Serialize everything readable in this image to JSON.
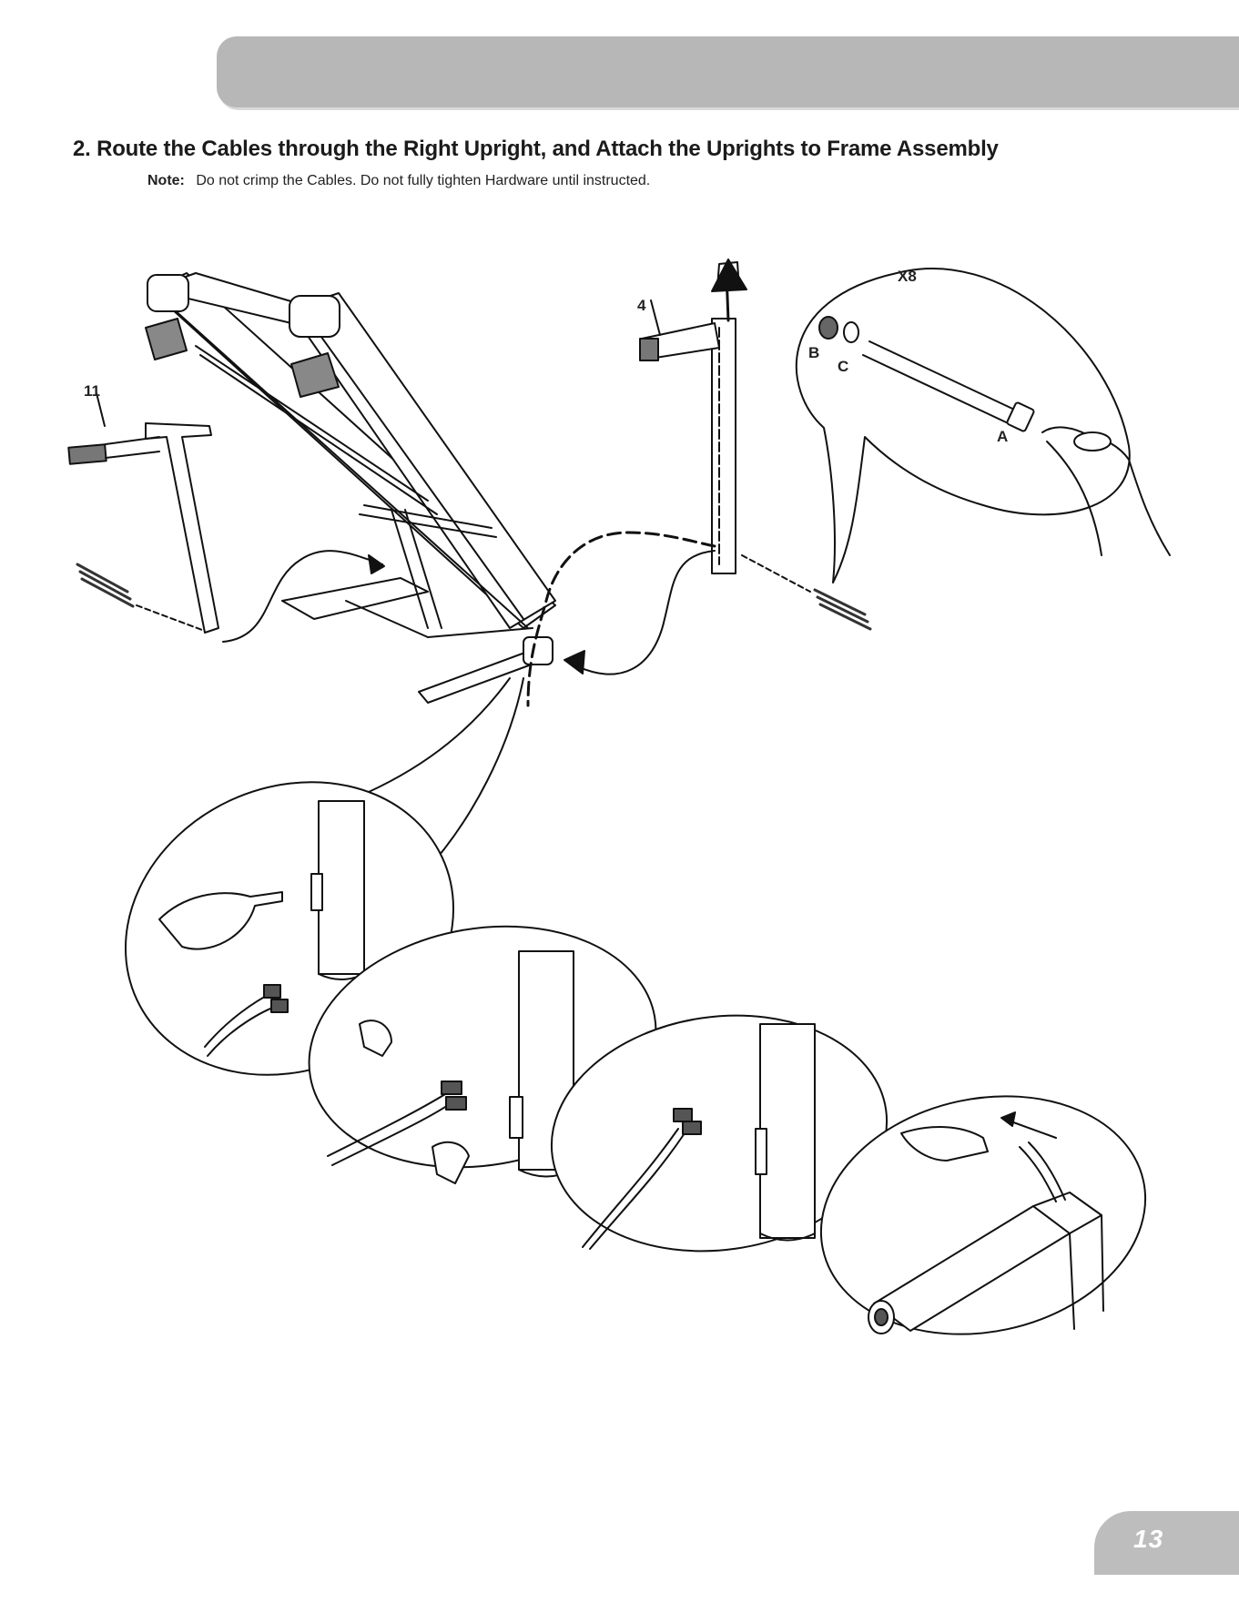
{
  "step": {
    "title": "2.  Route the Cables through the Right Upright, and Attach the Uprights to Frame Assembly",
    "note_label": "Note:",
    "note_text": "Do not crimp the Cables. Do not fully tighten Hardware until instructed."
  },
  "callouts": {
    "part_11": "11",
    "part_4": "4",
    "qty": "X8",
    "part_a": "A",
    "part_b": "B",
    "part_c": "C"
  },
  "footer": {
    "page_number": "13"
  }
}
